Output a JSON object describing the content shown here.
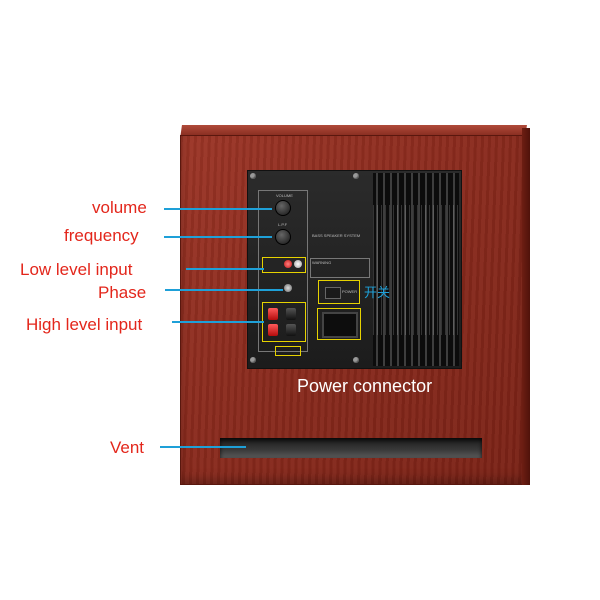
{
  "labels": {
    "volume": "volume",
    "frequency": "frequency",
    "low_level_input": "Low level input",
    "phase": "Phase",
    "high_level_input": "High level input",
    "vent": "Vent",
    "power_connector": "Power connector",
    "switch_cn": "开关"
  },
  "panel_text": {
    "volume": "VOLUME",
    "lpf": "L.P.F",
    "system": "BASS SPEAKER SYSTEM",
    "power": "POWER",
    "warning": "WARNING"
  },
  "colors": {
    "label_text": "#e3261b",
    "pointer_line": "#1ea0d8",
    "cabinet": "#8a2a1d",
    "highlight_box": "#e6d200"
  }
}
